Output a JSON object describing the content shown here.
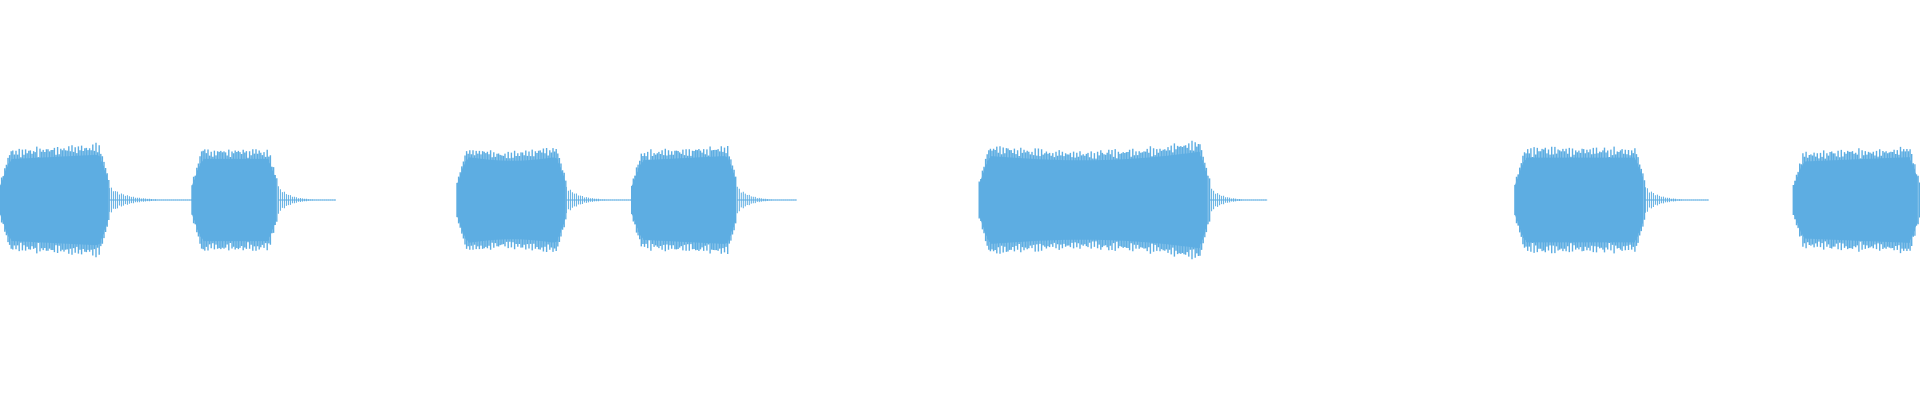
{
  "waveform": {
    "color": "#5dade2",
    "background": "#ffffff",
    "segments": [
      {
        "start": 0.0,
        "end": 0.057,
        "peak": 0.7,
        "profile": "rising"
      },
      {
        "start": 0.1,
        "end": 0.145,
        "peak": 0.66,
        "profile": "flat"
      },
      {
        "start": 0.238,
        "end": 0.295,
        "peak": 0.68,
        "profile": "dipped"
      },
      {
        "start": 0.329,
        "end": 0.384,
        "peak": 0.68,
        "profile": "rising"
      },
      {
        "start": 0.51,
        "end": 0.63,
        "peak": 0.72,
        "profile": "wide"
      },
      {
        "start": 0.789,
        "end": 0.857,
        "peak": 0.68,
        "profile": "flat"
      },
      {
        "start": 0.934,
        "end": 1.0,
        "peak": 0.66,
        "profile": "rising"
      }
    ],
    "tails": [
      {
        "start": 0.057,
        "end": 0.1
      },
      {
        "start": 0.145,
        "end": 0.175
      },
      {
        "start": 0.295,
        "end": 0.329
      },
      {
        "start": 0.384,
        "end": 0.415
      },
      {
        "start": 0.63,
        "end": 0.66
      },
      {
        "start": 0.857,
        "end": 0.89
      }
    ]
  }
}
